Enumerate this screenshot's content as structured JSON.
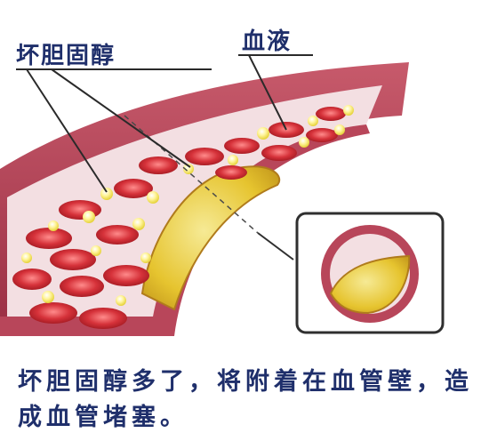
{
  "labels": {
    "bad_cholesterol": "坏胆固醇",
    "blood": "血液"
  },
  "caption": "坏胆固醇多了，将附着在血管壁，造成血管堵塞。",
  "colors": {
    "text": "#1f2f6b",
    "vessel_wall": "#b8465a",
    "vessel_lumen": "#f3dfe2",
    "red_cell": "#c8262e",
    "cholesterol_dot": "#f4e64a",
    "plaque": "#e8c52f",
    "inset_border": "#2f2f2f"
  },
  "icons": {
    "vessel": "blood-vessel-illustration",
    "cross_section": "vessel-cross-section-icon"
  }
}
